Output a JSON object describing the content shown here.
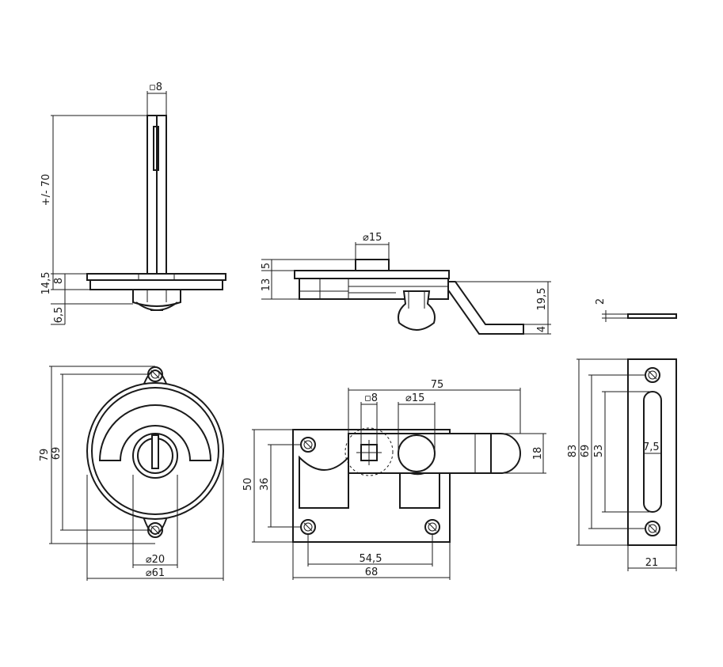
{
  "dimensions": {
    "shaft_square": "▫8",
    "shaft_length": "+/- 70",
    "rose_height": "14,5",
    "plate_gap": "8",
    "knob_depth": "6,5",
    "knob_diameter": "⌀15",
    "spindle_height": "5",
    "body_height": "13",
    "hook_offset": "19,5",
    "hook_thickness": "4",
    "strip_thickness": "2",
    "total_height": "79",
    "hole_spacing": "69",
    "cylinder_diameter": "⌀20",
    "rose_diameter": "⌀61",
    "bolt_length": "75",
    "bolt_square": "▫8",
    "bolt_knob_diameter": "⌀15",
    "bolt_height": "18",
    "plate_height": "50",
    "plate_hole_spacing": "36",
    "plate_hole_pitch": "54,5",
    "plate_width": "68",
    "strike_height": "83",
    "strike_hole_spacing": "69",
    "slot_length": "53",
    "slot_width": "7,5",
    "strike_width": "21"
  }
}
